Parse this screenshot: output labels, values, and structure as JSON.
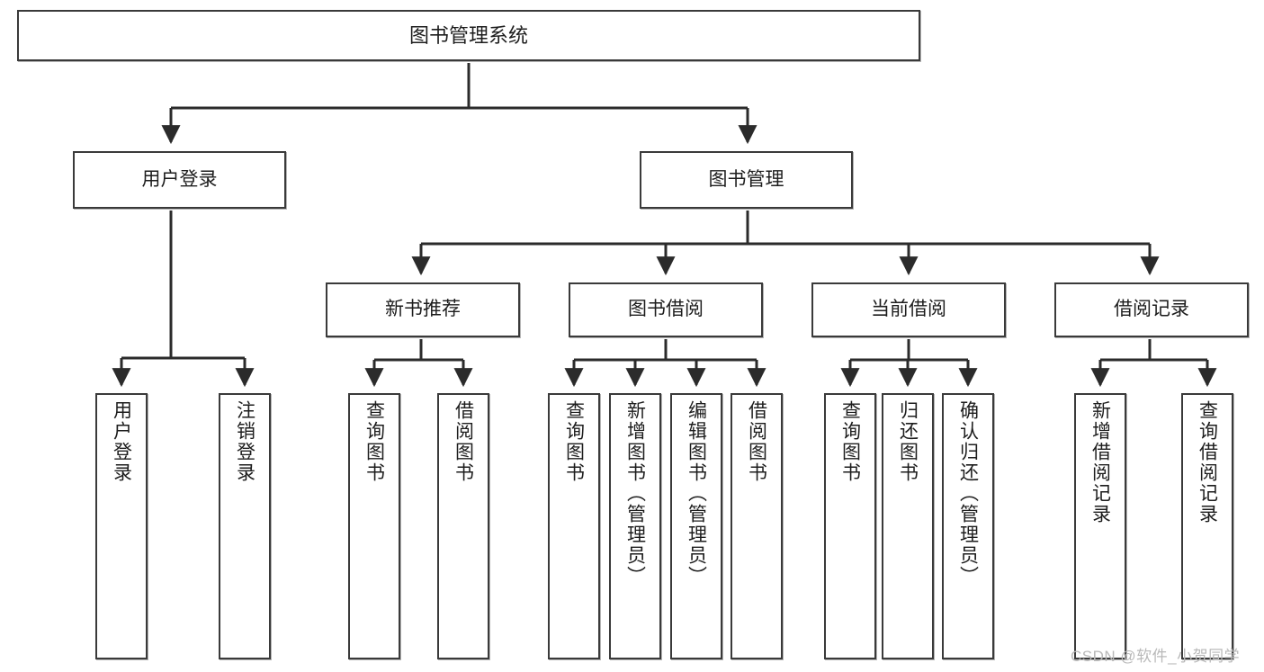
{
  "diagram": {
    "title": "图书管理系统",
    "type": "tree-hierarchy-diagram",
    "colors": {
      "box_border": "#3a3a3a",
      "box_fill": "#ffffff",
      "connector": "#2b2b2b",
      "watermark": "#b9b9b9",
      "background": "#ffffff"
    },
    "root": {
      "label": "图书管理系统"
    },
    "level2": [
      {
        "label": "用户登录"
      },
      {
        "label": "图书管理"
      }
    ],
    "level3": [
      {
        "label": "新书推荐"
      },
      {
        "label": "图书借阅"
      },
      {
        "label": "当前借阅"
      },
      {
        "label": "借阅记录"
      }
    ],
    "leaves": {
      "user_login": [
        {
          "label": "用户登录"
        },
        {
          "label": "注销登录"
        }
      ],
      "new_book_recommend": [
        {
          "label": "查询图书"
        },
        {
          "label": "借阅图书"
        }
      ],
      "book_borrow": [
        {
          "label": "查询图书"
        },
        {
          "label": "新增图书（管理员）"
        },
        {
          "label": "编辑图书（管理员）"
        },
        {
          "label": "借阅图书"
        }
      ],
      "current_borrow": [
        {
          "label": "查询图书"
        },
        {
          "label": "归还图书"
        },
        {
          "label": "确认归还（管理员）"
        }
      ],
      "borrow_record": [
        {
          "label": "新增借阅记录"
        },
        {
          "label": "查询借阅记录"
        }
      ]
    }
  },
  "watermark": {
    "text": "CSDN @软件_小贺同学"
  }
}
